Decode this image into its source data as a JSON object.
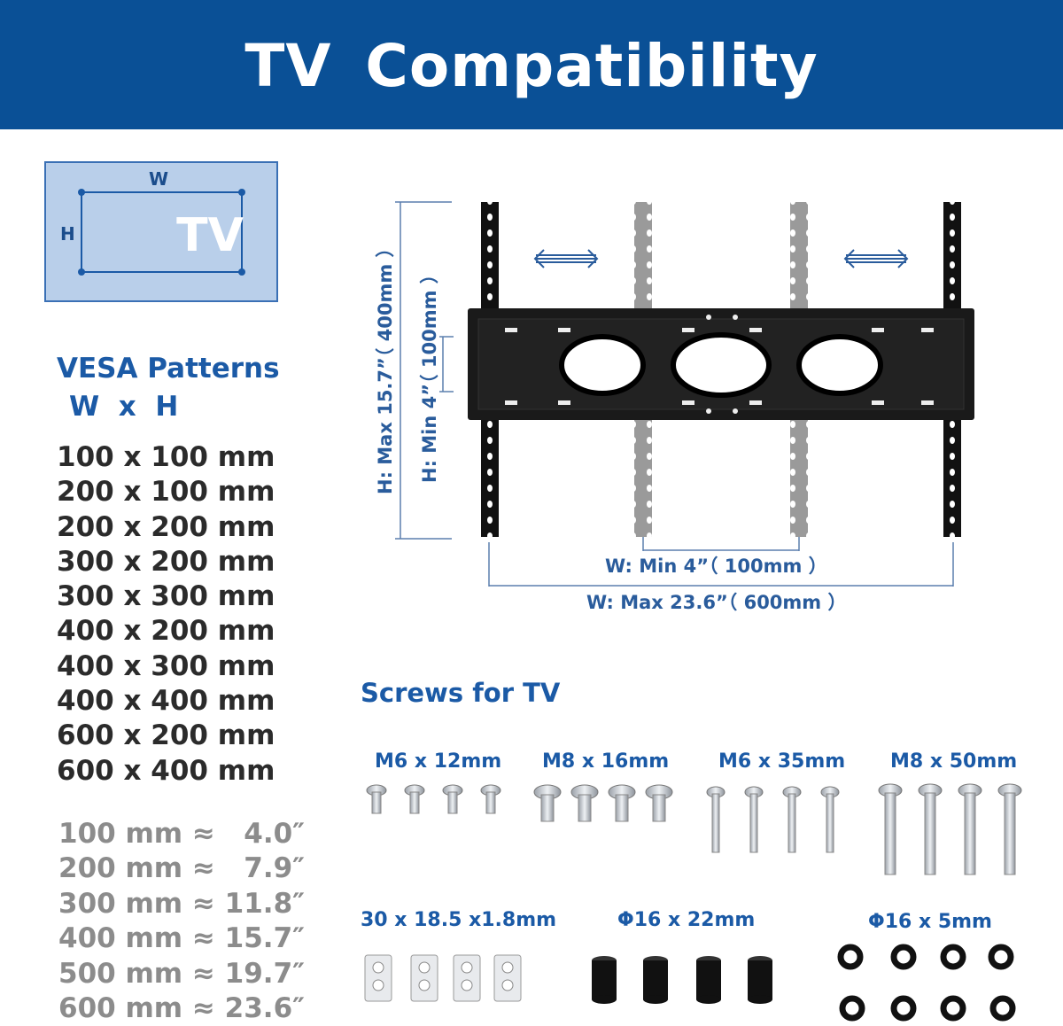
{
  "header": {
    "title": "TV  Compatibility",
    "background": "#0a5096"
  },
  "tv_icon": {
    "label": "TV",
    "w_label": "W",
    "h_label": "H"
  },
  "vesa": {
    "title": "VESA Patterns",
    "subtitle": "W  x  H",
    "patterns": [
      "100 x 100 mm",
      "200 x 100 mm",
      "200 x 200 mm",
      "300 x 200 mm",
      "300 x 300 mm",
      "400 x 200 mm",
      "400 x 300 mm",
      "400 x 400 mm",
      "600 x 200 mm",
      "600 x 400 mm"
    ]
  },
  "conversions": [
    "100 mm ≈   4.0″",
    "200 mm ≈   7.9″",
    "300 mm ≈ 11.8″",
    "400 mm ≈ 15.7″",
    "500 mm ≈ 19.7″",
    "600 mm ≈ 23.6″"
  ],
  "diagram": {
    "h_max": "H:  Max  15.7”（ 400mm ）",
    "h_min": "H:  Min  4”（ 100mm ）",
    "w_min": "W:  Min  4”（ 100mm ）",
    "w_max": "W:  Max  23.6”（ 600mm ）",
    "accent_color": "#2a5c9c"
  },
  "screws": {
    "title": "Screws for TV",
    "row1": [
      "M6 x 12mm",
      "M8 x 16mm",
      "M6 x 35mm",
      "M8 x 50mm"
    ],
    "row2": [
      "30 x 18.5 x1.8mm",
      "Φ16 x 22mm",
      "Φ16 x 5mm"
    ]
  }
}
